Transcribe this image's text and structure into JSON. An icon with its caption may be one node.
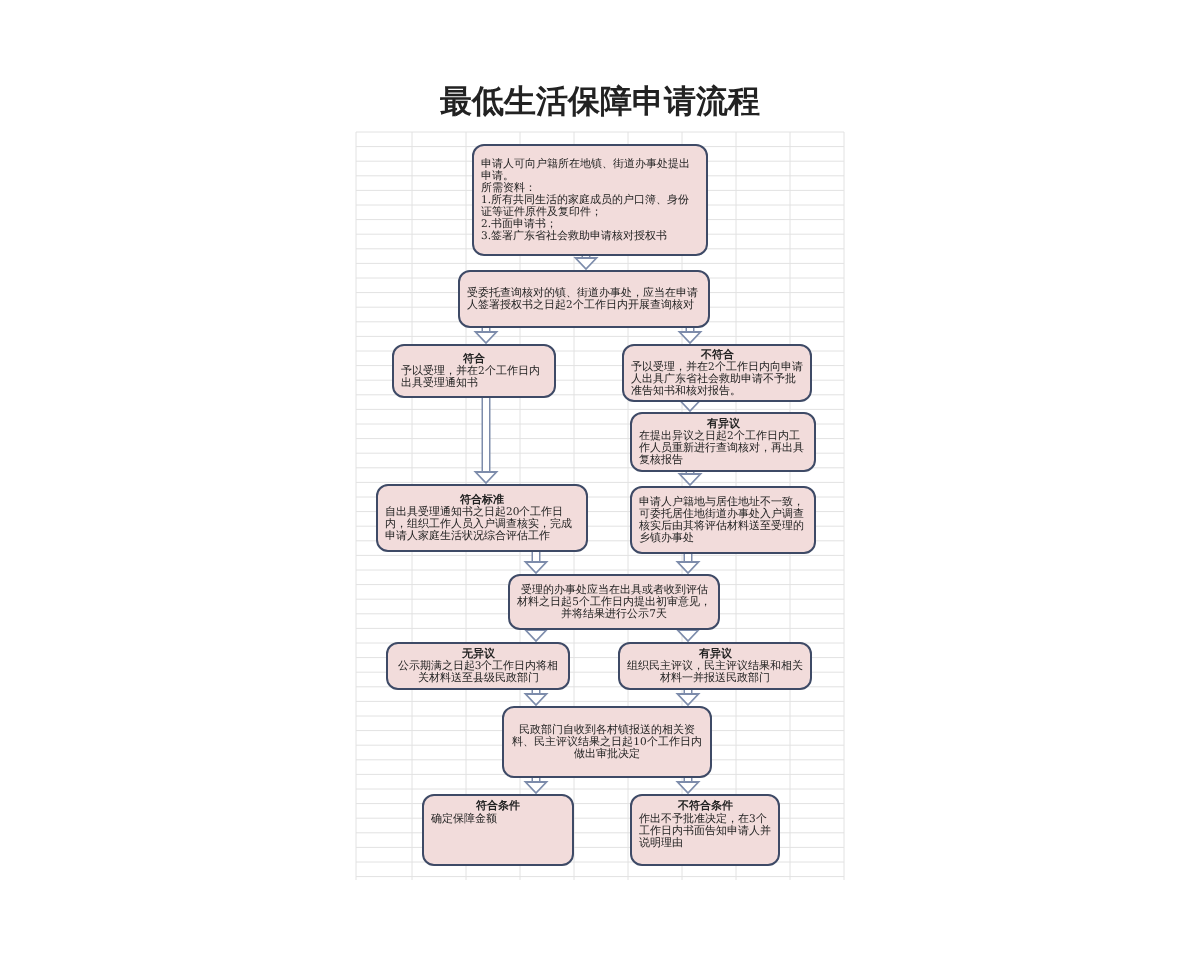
{
  "diagram": {
    "title": "最低生活保障申请流程",
    "nodes": [
      {
        "text": [
          "申请人可向户籍所在地镇、街道办事处提出申请。",
          "所需资料：",
          "1.所有共同生活的家庭成员的户口簿、身份证等证件原件及复印件；",
          "2.书面申请书；",
          "3.签署广东省社会救助申请核对授权书"
        ]
      },
      {
        "text": [
          "受委托查询核对的镇、街道办事处，应当在申请人签署授权书之日起2个工作日内开展查询核对"
        ]
      },
      {
        "text": [
          "符合",
          "予以受理，并在2个工作日内出具受理通知书"
        ]
      },
      {
        "text": [
          "不符合",
          "予以受理，并在2个工作日内向申请人出具广东省社会救助申请不予批准告知书和核对报告。"
        ]
      },
      {
        "text": [
          "有异议",
          "在提出异议之日起2个工作日内工作人员重新进行查询核对，再出具复核报告"
        ]
      },
      {
        "text": [
          "符合标准",
          "自出具受理通知书之日起20个工作日内，组织工作人员入户调查核实，完成申请人家庭生活状况综合评估工作"
        ]
      },
      {
        "text": [
          "申请人户籍地与居住地址不一致，可委托居住地街道办事处入户调查核实后由其将评估材料送至受理的乡镇办事处"
        ]
      },
      {
        "text": [
          "受理的办事处应当在出具或者收到评估材料之日起5个工作日内提出初审意见，并将结果进行公示7天"
        ]
      },
      {
        "text": [
          "无异议",
          "公示期满之日起3个工作日内将相关材料送至县级民政部门"
        ]
      },
      {
        "text": [
          "有异议",
          "组织民主评议，民主评议结果和相关材料一并报送民政部门"
        ]
      },
      {
        "text": [
          "民政部门自收到各村镇报送的相关资料、民主评议结果之日起10个工作日内做出审批决定"
        ]
      },
      {
        "text": [
          "符合条件",
          "确定保障金额"
        ]
      },
      {
        "text": [
          "不符合条件",
          "作出不予批准决定，在3个工作日内书面告知申请人并说明理由"
        ]
      }
    ],
    "edges": [
      {
        "from": 0,
        "to": 1,
        "arrow": "to"
      },
      {
        "from": 1,
        "to": 2,
        "arrow": "to"
      },
      {
        "from": 1,
        "to": 3,
        "arrow": "to"
      },
      {
        "from": 2,
        "to": 5,
        "arrow": "to"
      },
      {
        "from": 3,
        "to": 4,
        "arrow": "to"
      },
      {
        "from": 4,
        "to": 6,
        "arrow": "to"
      },
      {
        "from": 5,
        "to": 7,
        "arrow": "to"
      },
      {
        "from": 6,
        "to": 7,
        "arrow": "to"
      },
      {
        "from": 7,
        "to": 8,
        "arrow": "to"
      },
      {
        "from": 7,
        "to": 9,
        "arrow": "to"
      },
      {
        "from": 8,
        "to": 10,
        "arrow": "to"
      },
      {
        "from": 9,
        "to": 10,
        "arrow": "to"
      },
      {
        "from": 10,
        "to": 11,
        "arrow": "to"
      },
      {
        "from": 10,
        "to": 12,
        "arrow": "to"
      }
    ]
  }
}
